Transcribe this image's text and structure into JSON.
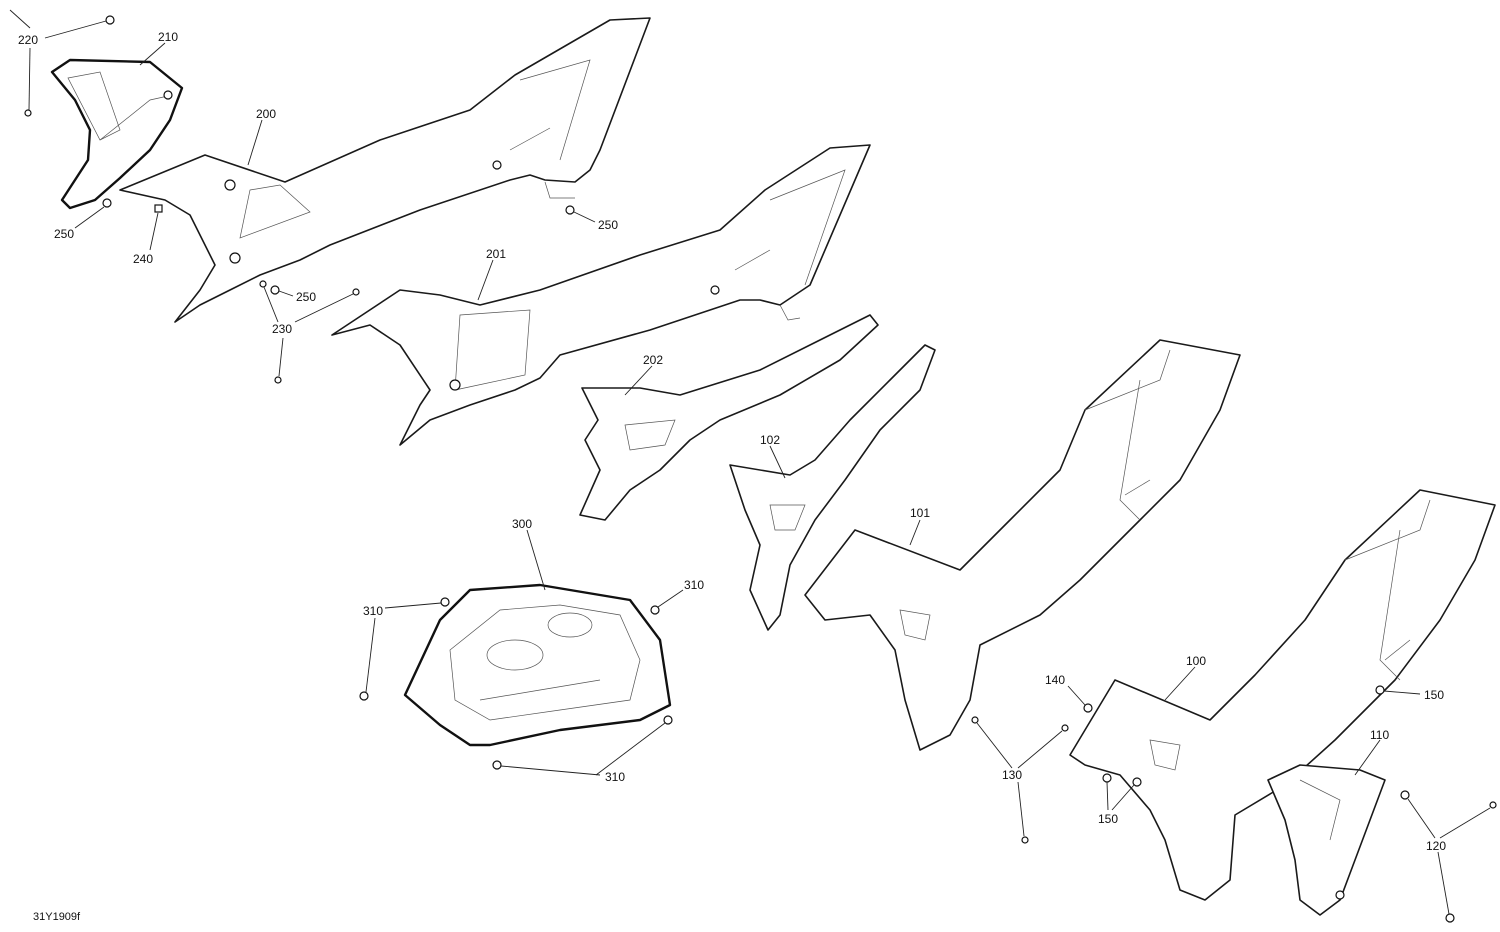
{
  "callouts": {
    "c220": "220",
    "c210": "210",
    "c200": "200",
    "c250_a": "250",
    "c250_b": "250",
    "c250_c": "250",
    "c240": "240",
    "c230": "230",
    "c201": "201",
    "c202": "202",
    "c102": "102",
    "c101": "101",
    "c300": "300",
    "c310_a": "310",
    "c310_b": "310",
    "c310_c": "310",
    "c100": "100",
    "c140": "140",
    "c150_a": "150",
    "c150_b": "150",
    "c130": "130",
    "c110": "110",
    "c120": "120"
  },
  "document_id": "31Y1909f"
}
